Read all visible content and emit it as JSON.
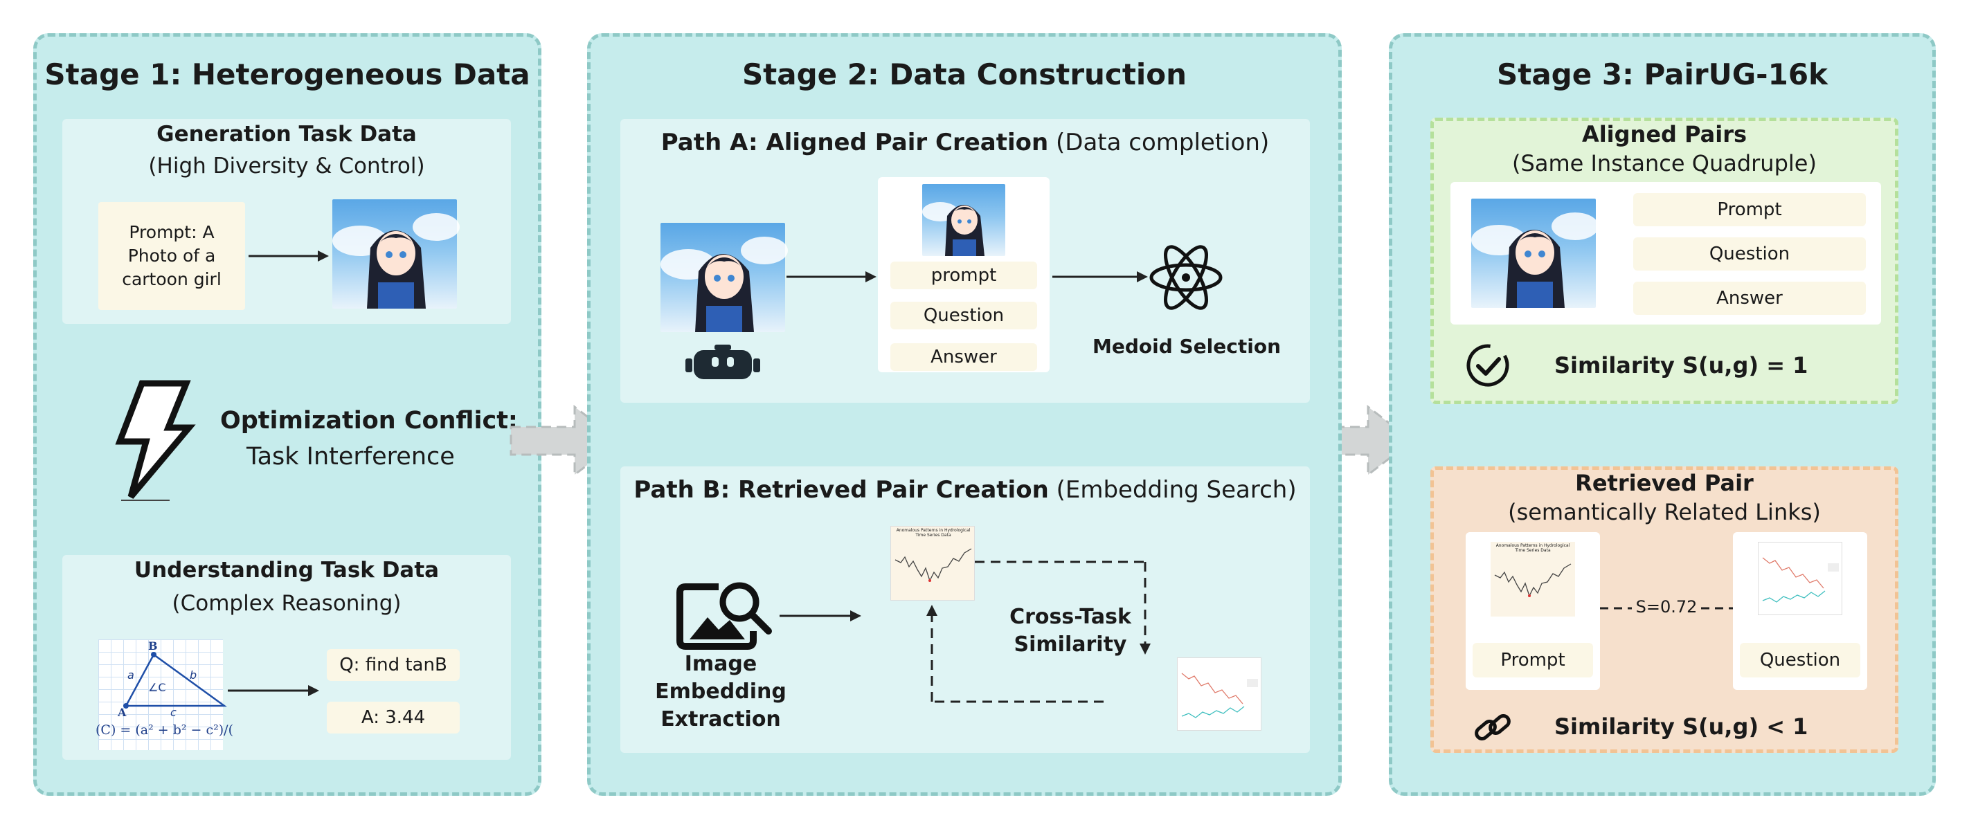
{
  "stage1": {
    "title": "Stage 1: Heterogeneous Data",
    "generation": {
      "title": "Generation Task Data",
      "subtitle": "(High Diversity & Control)",
      "prompt_text": "Prompt: A Photo of a cartoon girl"
    },
    "conflict": {
      "title": "Optimization Conflict:",
      "subtitle": "Task Interference"
    },
    "understanding": {
      "title": "Understanding Task Data",
      "subtitle": "(Complex Reasoning)",
      "question": "Q: find tanB",
      "answer": "A: 3.44",
      "triangle_labels": {
        "vertex_b": "B",
        "vertex_a": "A",
        "angle": "∠C",
        "side_a": "a",
        "side_b": "b",
        "side_c": "c",
        "formula": "(C) = (a² + b² − c²)/("
      }
    }
  },
  "stage2": {
    "title": "Stage 2: Data Construction",
    "path_a": {
      "title_bold": "Path A: Aligned Pair Creation",
      "title_rest": " (Data completion)",
      "chips": [
        "prompt",
        "Question",
        "Answer"
      ],
      "medoid_label": "Medoid Selection"
    },
    "path_b": {
      "title_bold": "Path B: Retrieved Pair Creation",
      "title_rest": " (Embedding Search)",
      "embedding_label_1": "Image",
      "embedding_label_2": "Embedding",
      "embedding_label_3": "Extraction",
      "similarity_label_1": "Cross-Task",
      "similarity_label_2": "Similarity",
      "plot_title": "Anomalous Patterns in Hydrological Time Series Data"
    }
  },
  "stage3": {
    "title": "Stage 3: PairUG-16k",
    "aligned": {
      "title": "Aligned Pairs",
      "subtitle": "(Same Instance Quadruple)",
      "chips": [
        "Prompt",
        "Question",
        "Answer"
      ],
      "similarity": "Similarity S(u,g) = 1"
    },
    "retrieved": {
      "title": "Retrieved Pair",
      "subtitle": "(semantically Related Links)",
      "left_label": "Prompt",
      "right_label": "Question",
      "score": "S=0.72",
      "similarity": "Similarity S(u,g) < 1",
      "plot_title": "Anomalous Patterns in Hydrological Time Series Data"
    }
  },
  "colors": {
    "stage_bg": "#c6ecec",
    "stage_border": "#8ec9c6",
    "panel_bg": "#dff4f4",
    "aligned_bg": "#e2f4d8",
    "aligned_border": "#b5e09b",
    "retrieved_bg": "#f6e0cc",
    "retrieved_border": "#f2c394",
    "chip_bg": "#fbf7e6",
    "arrow_gray": "#d3d6d6"
  }
}
